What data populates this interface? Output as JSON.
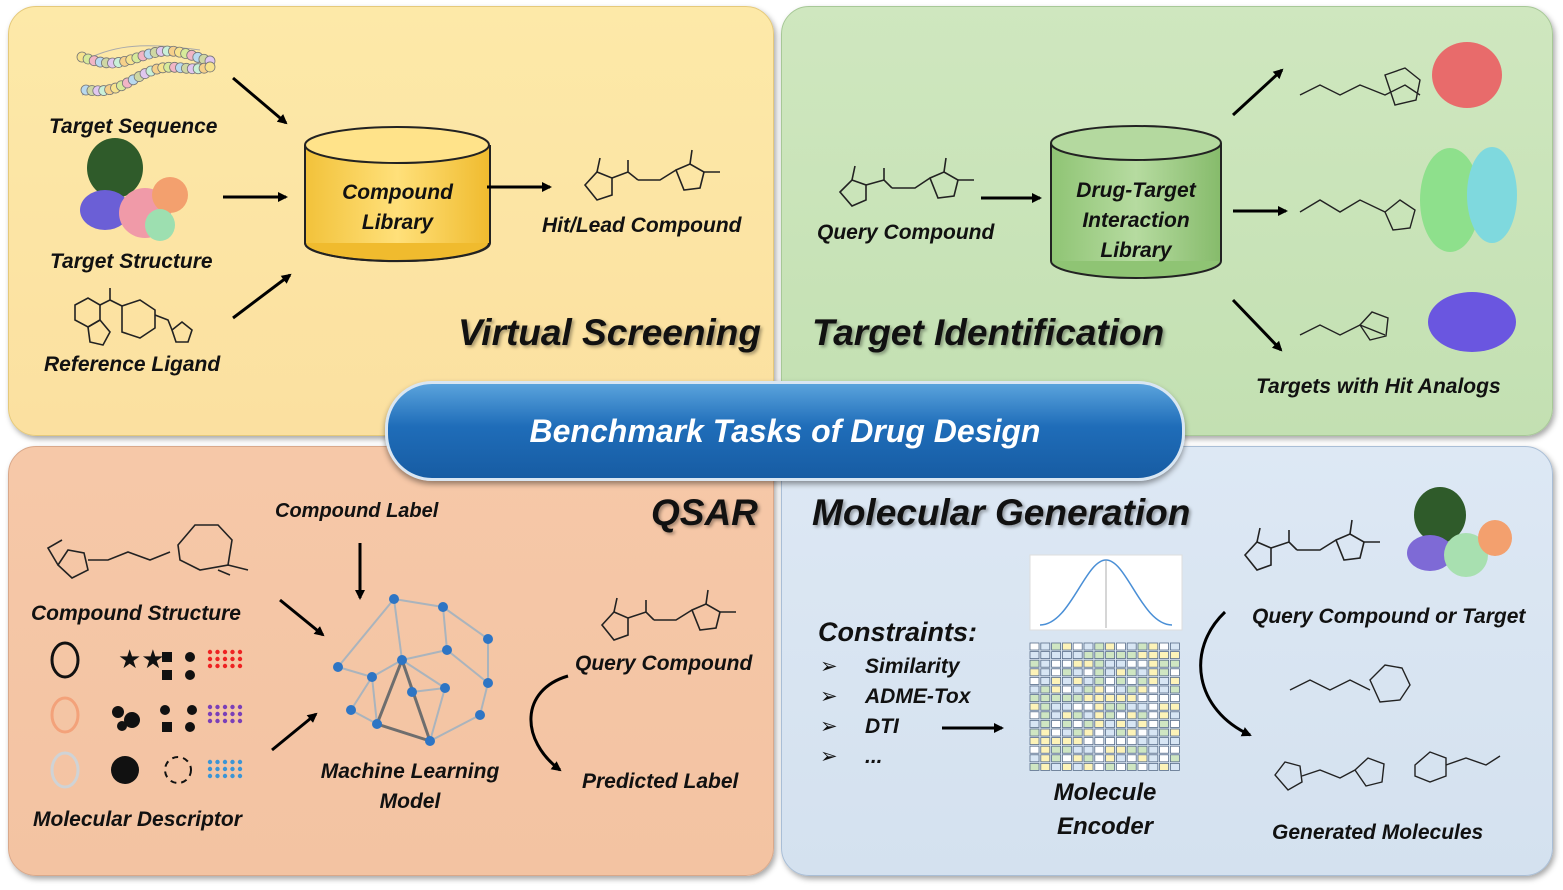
{
  "banner": "Benchmark Tasks of Drug Design",
  "virtual_screening": {
    "title": "Virtual Screening",
    "inputs": [
      "Target Sequence",
      "Target Structure",
      "Reference Ligand"
    ],
    "library": [
      "Compound",
      "Library"
    ],
    "output": "Hit/Lead Compound"
  },
  "target_identification": {
    "title": "Target Identification",
    "query": "Query Compound",
    "library": [
      "Drug-Target",
      "Interaction",
      "Library"
    ],
    "output": "Targets with Hit Analogs"
  },
  "qsar": {
    "title": "QSAR",
    "compound_label": "Compound Label",
    "compound_structure": "Compound Structure",
    "molecular_descriptor": "Molecular Descriptor",
    "model": [
      "Machine Learning",
      "Model"
    ],
    "query": "Query Compound",
    "predicted": "Predicted Label"
  },
  "molecular_generation": {
    "title": "Molecular Generation",
    "constraints_title": "Constraints:",
    "constraints": [
      "Similarity",
      "ADME-Tox",
      "DTI",
      "..."
    ],
    "encoder": [
      "Molecule",
      "Encoder"
    ],
    "query": "Query Compound or Target",
    "output": "Generated Molecules"
  },
  "colors": {
    "vs_panel": "#fde9a8",
    "ti_panel": "#cfe7bf",
    "qsar_panel": "#f6c8a8",
    "mg_panel": "#dde8f4",
    "banner": "#1f6db9"
  }
}
